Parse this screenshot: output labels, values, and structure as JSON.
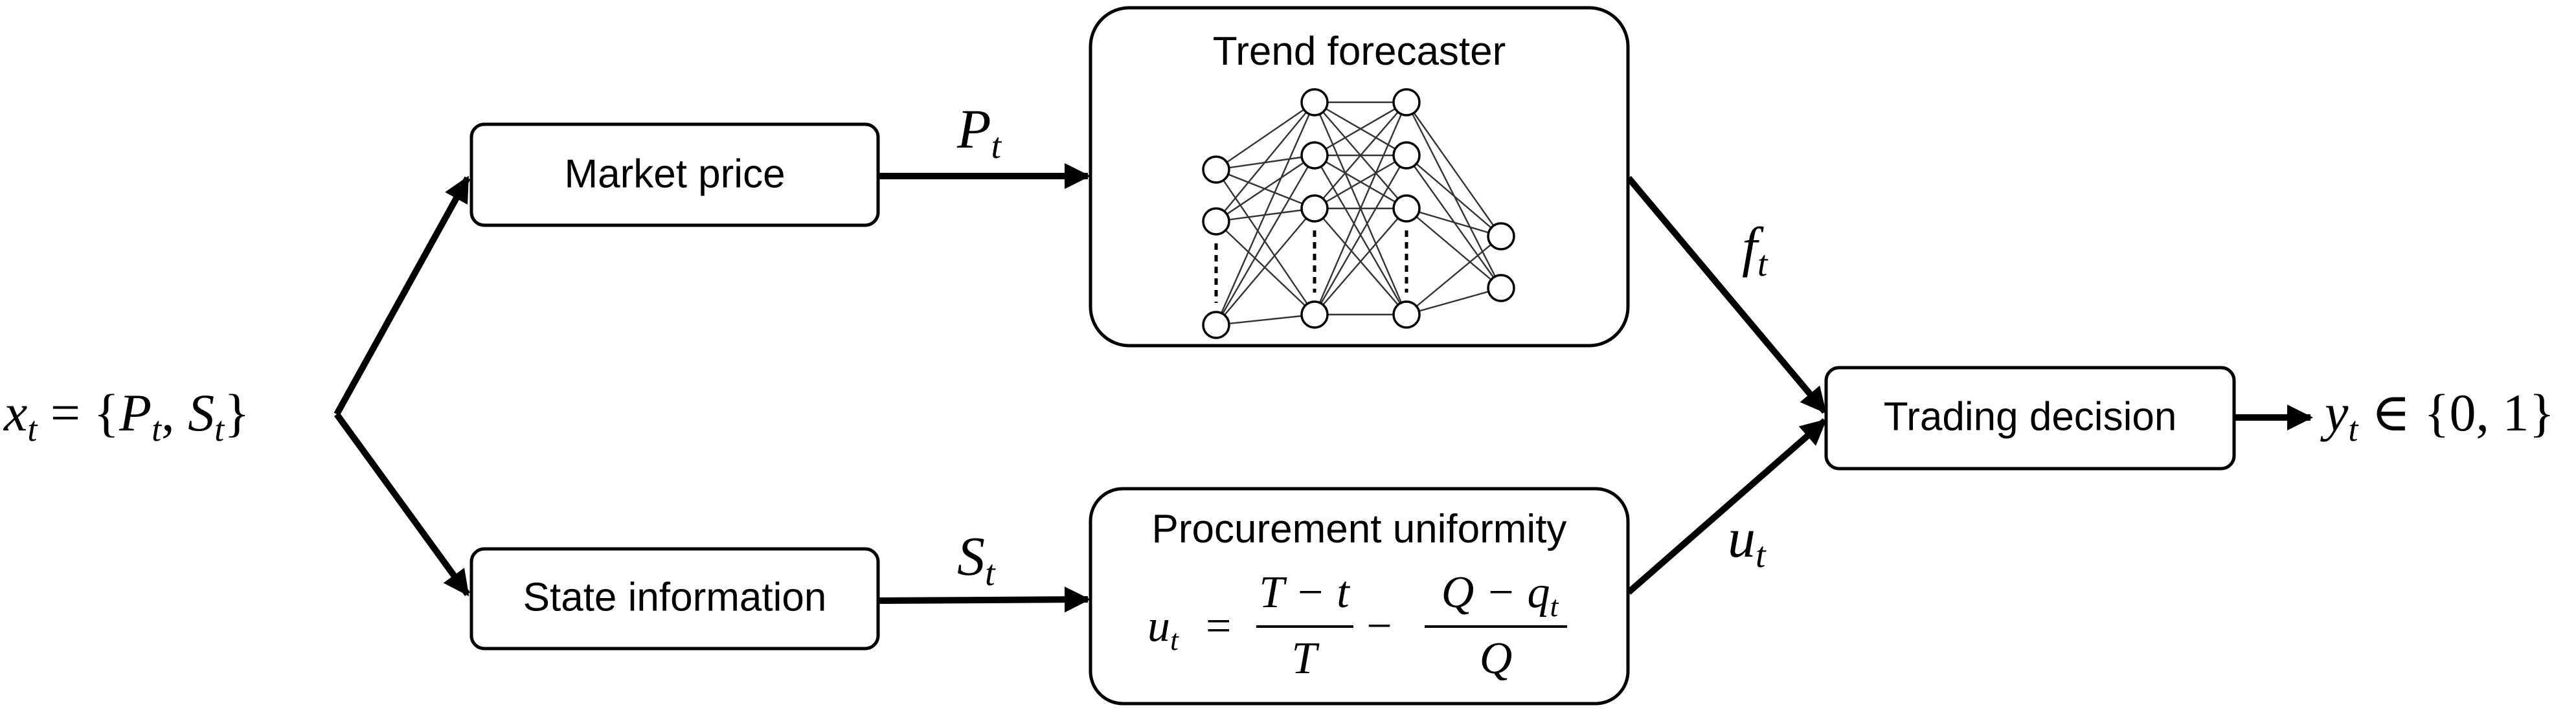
{
  "boxes": {
    "market_price": "Market price",
    "state_information": "State information",
    "trend_forecaster": "Trend forecaster",
    "procurement_uniformity": "Procurement uniformity",
    "trading_decision": "Trading decision"
  },
  "input": {
    "var": "x",
    "sub": "t",
    "eq_open": " = {",
    "p": "P",
    "p_sub": "t",
    "comma": ", ",
    "s": "S",
    "s_sub": "t",
    "close": "}"
  },
  "edge_labels": {
    "p": {
      "var": "P",
      "sub": "t"
    },
    "s": {
      "var": "S",
      "sub": "t"
    },
    "f": {
      "var": "f",
      "sub": "t"
    },
    "u": {
      "var": "u",
      "sub": "t"
    }
  },
  "output": {
    "var": "y",
    "sub": "t",
    "in": " ∈ {0, 1}"
  },
  "formula": {
    "lhs": "u",
    "lhs_sub": "t",
    "eq": "=",
    "frac1_num": "T − t",
    "frac1_den": "T",
    "minus": "−",
    "frac2_num_a": "Q − q",
    "frac2_num_sub": "t",
    "frac2_den": "Q"
  },
  "neural_net": {
    "layers": [
      {
        "nodes": [
          0,
          1,
          3
        ],
        "dashed_gap": true
      },
      {
        "nodes": [
          0,
          1,
          2,
          4
        ],
        "dashed_gap": true
      },
      {
        "nodes": [
          0,
          1,
          2,
          4
        ],
        "dashed_gap": true
      },
      {
        "nodes": [
          1,
          2
        ],
        "dashed_gap": false
      }
    ]
  }
}
